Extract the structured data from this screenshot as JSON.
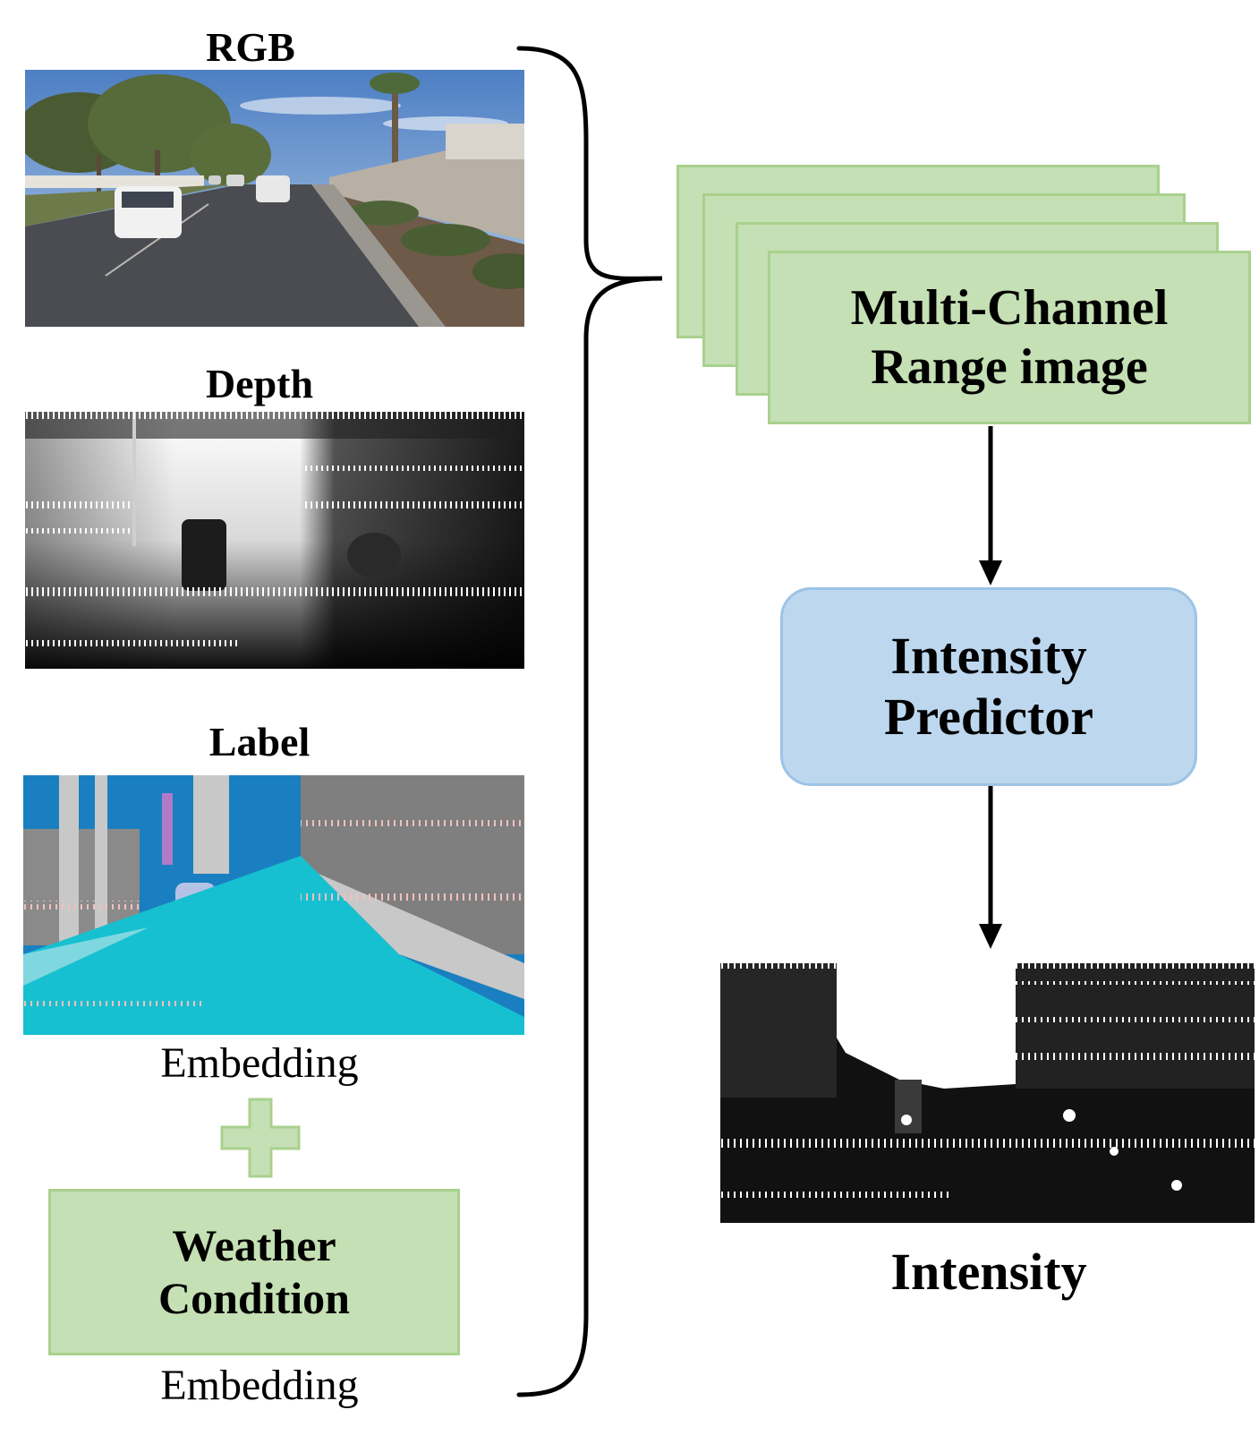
{
  "inputs": {
    "rgb_label": "RGB",
    "depth_label": "Depth",
    "label_label": "Label",
    "embedding_label_1": "Embedding",
    "weather_line_1": "Weather",
    "weather_line_2": "Condition",
    "embedding_label_2": "Embedding"
  },
  "range_image": {
    "line_1": "Multi-Channel",
    "line_2": "Range image"
  },
  "predictor": {
    "line_1": "Intensity",
    "line_2": "Predictor"
  },
  "output": {
    "label": "Intensity"
  },
  "colors": {
    "green_fill": "#c5e0b4",
    "green_border": "#a9d18e",
    "blue_fill": "#bdd7ee",
    "blue_border": "#9dc3e6"
  }
}
